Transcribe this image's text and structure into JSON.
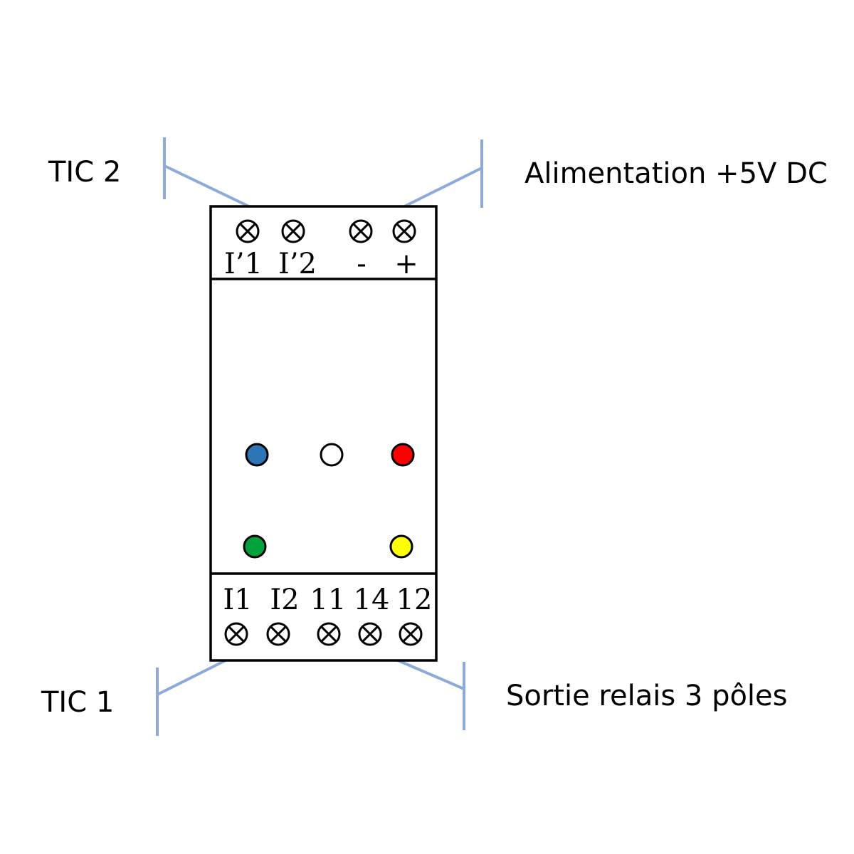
{
  "callouts": {
    "tic2": "TIC 2",
    "alimentation": "Alimentation +5V DC",
    "tic1": "TIC 1",
    "sortie": "Sortie relais 3 pôles"
  },
  "top_terminals": [
    "I’1",
    "I’2",
    "-",
    "+"
  ],
  "bottom_terminals": [
    "I1",
    "I2",
    "11",
    "14",
    "12"
  ],
  "leds": [
    {
      "name": "led-blue",
      "color": "#2e75b6"
    },
    {
      "name": "led-white",
      "color": "#ffffff"
    },
    {
      "name": "led-red",
      "color": "#ff0000"
    },
    {
      "name": "led-green",
      "color": "#00a23c"
    },
    {
      "name": "led-yellow",
      "color": "#ffff00"
    }
  ],
  "colors": {
    "leader": "#8eaadb",
    "outline": "#000000"
  }
}
